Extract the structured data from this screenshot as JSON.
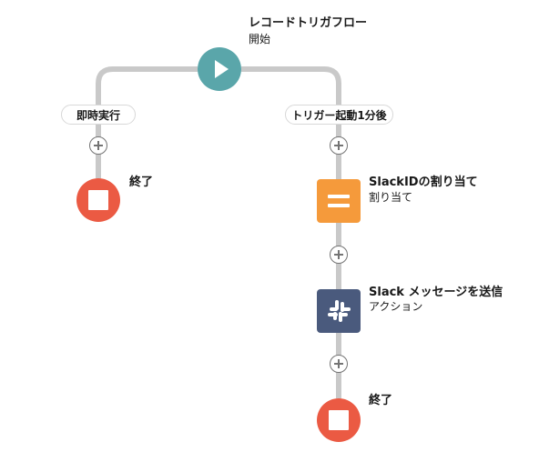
{
  "start": {
    "title": "レコードトリガフロー",
    "subtitle": "開始",
    "icon": "play-icon"
  },
  "left_branch": {
    "label": "即時実行",
    "end": {
      "title": "終了",
      "icon": "stop-icon"
    }
  },
  "right_branch": {
    "label": "トリガー起動1分後",
    "assignment": {
      "title": "SlackIDの割り当て",
      "subtitle": "割り当て",
      "icon": "equals-icon",
      "color": "#f59a3b"
    },
    "action": {
      "title": "Slack メッセージを送信",
      "subtitle": "アクション",
      "icon": "slack-icon",
      "color": "#4a5a7d"
    },
    "end": {
      "title": "終了",
      "icon": "stop-icon"
    }
  },
  "colors": {
    "start": "#5aa6aa",
    "end": "#eb5a43",
    "connector": "#c9c9c9",
    "add": "#747474"
  }
}
